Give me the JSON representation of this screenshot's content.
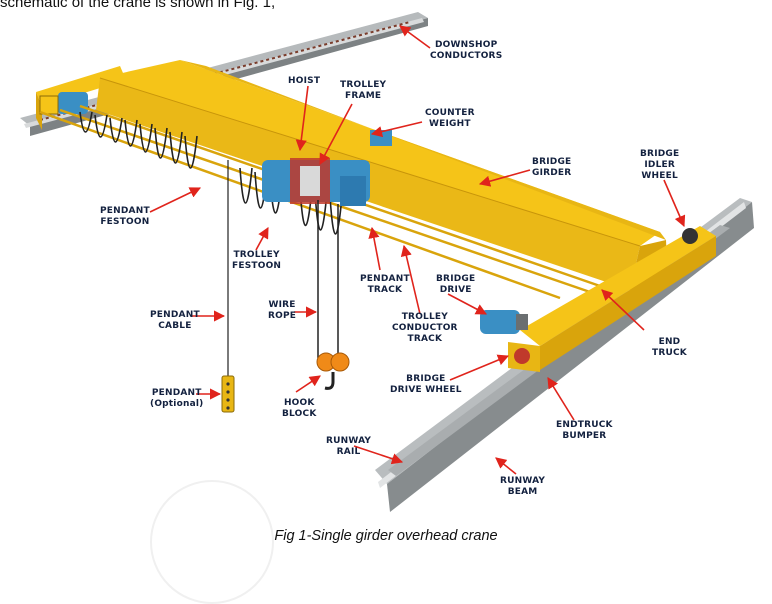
{
  "intro_text": "schematic of the crane is shown in Fig. 1,",
  "figure_caption": "Fig 1-Single girder overhead crane",
  "labels": {
    "downshop_conductors": "DOWNSHOP\nCONDUCTORS",
    "hoist": "HOIST",
    "trolley_frame": "TROLLEY\nFRAME",
    "counter_weight": "COUNTER\nWEIGHT",
    "bridge_girder": "BRIDGE\nGIRDER",
    "bridge_idler_wheel": "BRIDGE\nIDLER\nWHEEL",
    "pendant_festoon": "PENDANT\nFESTOON",
    "trolley_festoon": "TROLLEY\nFESTOON",
    "pendant_track": "PENDANT\nTRACK",
    "bridge_drive": "BRIDGE\nDRIVE",
    "pendant_cable": "PENDANT\nCABLE",
    "wire_rope": "WIRE\nROPE",
    "trolley_conductor_track": "TROLLEY\nCONDUCTOR\nTRACK",
    "end_truck": "END\nTRUCK",
    "pendant_optional": "PENDANT\n(Optional)",
    "hook_block": "HOOK\nBLOCK",
    "bridge_drive_wheel": "BRIDGE\nDRIVE WHEEL",
    "endtruck_bumper": "ENDTRUCK\nBUMPER",
    "runway_rail": "RUNWAY\nRAIL",
    "runway_beam": "RUNWAY\nBEAM"
  },
  "colors": {
    "girder_yellow": "#f5c418",
    "girder_shade": "#d9a40c",
    "steel_gray": "#9ea2a4",
    "steel_dark": "#6d7173",
    "arrow_red": "#e0241c",
    "label_navy": "#13213f",
    "hoist_blue": "#3a8fc4",
    "hook_orange": "#f08a18"
  }
}
